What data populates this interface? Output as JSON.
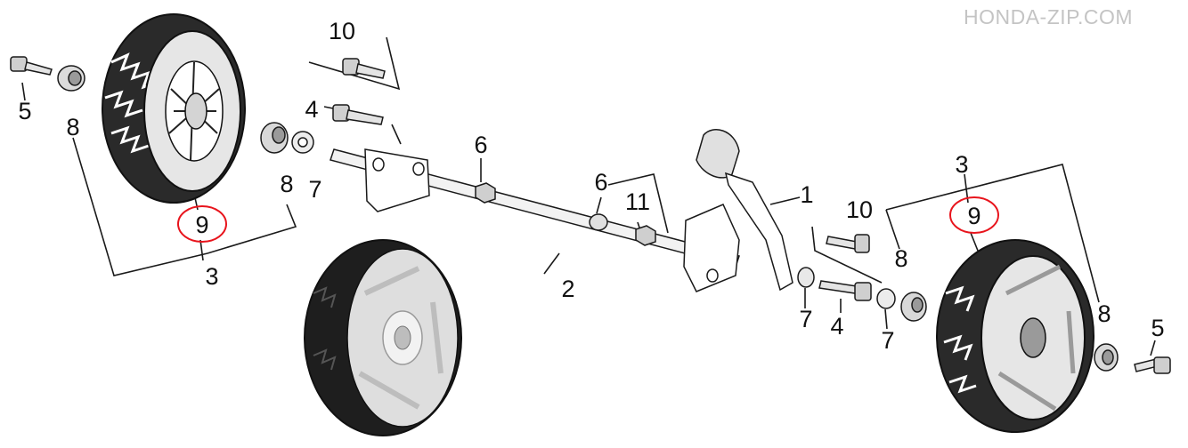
{
  "watermark": "HONDA-ZIP.COM",
  "colors": {
    "highlight_ring": "#e8141c",
    "tire_dark": "#1e1e1e",
    "hub_light": "#dedede",
    "watermark": "#c4c4c4"
  },
  "callouts": {
    "c10_top": "10",
    "c4_top": "4",
    "c5_left": "5",
    "c8_left": "8",
    "c9_left": "9",
    "c3_left": "3",
    "c8_mid": "8",
    "c7_mid": "7",
    "c6_top": "6",
    "c6_mid": "6",
    "c11": "11",
    "c2": "2",
    "c1": "1",
    "c10_right": "10",
    "c3_right": "3",
    "c9_right": "9",
    "c8_right_a": "8",
    "c8_right_b": "8",
    "c7_right_a": "7",
    "c4_right": "4",
    "c7_right_b": "7",
    "c5_right": "5"
  }
}
